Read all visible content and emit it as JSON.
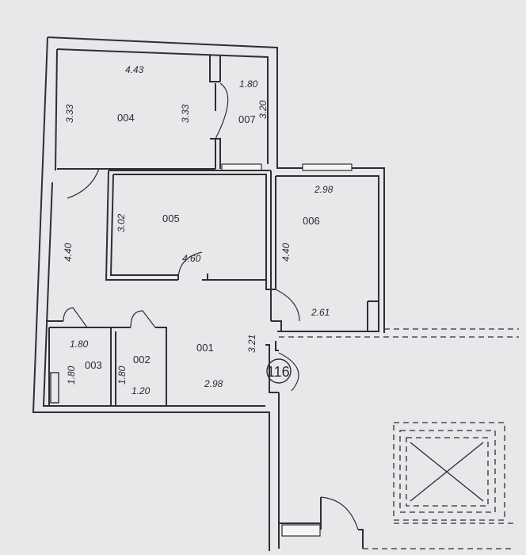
{
  "rooms": {
    "r001": "001",
    "r002": "002",
    "r003": "003",
    "r004": "004",
    "r005": "005",
    "r006": "006",
    "r007": "007"
  },
  "dimensions": {
    "d_004_top": "4.43",
    "d_004_left": "3.33",
    "d_004_right": "3.33",
    "d_007_top": "1.80",
    "d_007_right": "3.20",
    "d_006_top": "2.98",
    "d_006_left": "4.40",
    "d_006_bottom": "2.61",
    "d_005_left": "3.02",
    "d_005_bottom": "4.60",
    "d_hall_left": "4.40",
    "d_001_right": "3.21",
    "d_001_bottom": "2.98",
    "d_003_top": "1.80",
    "d_003_left": "1.80",
    "d_002_left": "1.80",
    "d_002_bottom": "1.20"
  },
  "apartment_number": "116"
}
